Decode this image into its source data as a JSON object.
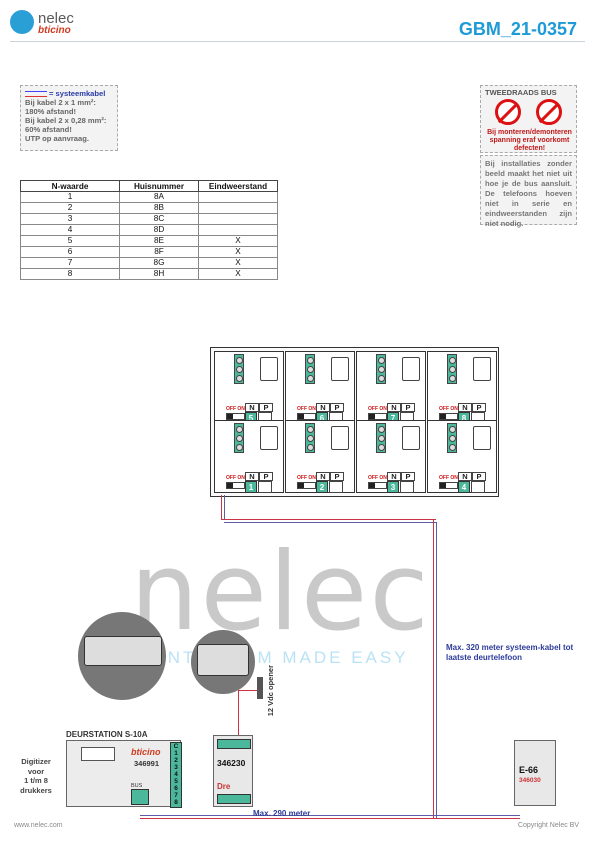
{
  "header": {
    "brand": "nelec",
    "sub_brand": "bticino",
    "doc_code": "GBM_21-0357"
  },
  "cable_note": {
    "legend": "= systeemkabel",
    "line1": "Bij kabel 2 x 1 mm²:",
    "line2": "180% afstand!",
    "line3": "Bij kabel 2 x 0,28 mm²:",
    "line4": "60% afstand!",
    "line5": "UTP op aanvraag."
  },
  "numbering_table": {
    "headers": [
      "N-waarde",
      "Huisnummer",
      "Eindweerstand"
    ],
    "rows": [
      [
        "1",
        "8A",
        ""
      ],
      [
        "2",
        "8B",
        ""
      ],
      [
        "3",
        "8C",
        ""
      ],
      [
        "4",
        "8D",
        ""
      ],
      [
        "5",
        "8E",
        "X"
      ],
      [
        "6",
        "8F",
        "X"
      ],
      [
        "7",
        "8G",
        "X"
      ],
      [
        "8",
        "8H",
        "X"
      ]
    ]
  },
  "warning": {
    "title": "TWEEDRAADS BUS",
    "text": "Bij monteren/demonteren spanning eraf voorkomt defecten!"
  },
  "install_note": "Bij installaties zonder beeld maakt het niet uit hoe je de bus aansluit. De telefoons hoeven niet in serie en eindweerstanden zijn niet nodig.",
  "telephones": {
    "top_row": [
      "5",
      "6",
      "7",
      "8"
    ],
    "bottom_row": [
      "1",
      "2",
      "3",
      "4"
    ],
    "col_n": "N",
    "col_p": "P",
    "switch_label": "OFF ON"
  },
  "watermark": {
    "big": "nelec",
    "tag": "INTERCOM MADE EASY"
  },
  "door_station": {
    "label": "DEURSTATION S-10A",
    "brand": "bticino",
    "model": "346991",
    "terminals": [
      "C",
      "1",
      "2",
      "3",
      "4",
      "5",
      "6",
      "7",
      "8"
    ],
    "bus_label": "BUS"
  },
  "digitizer_note": {
    "line1": "Digitizer",
    "line2": "voor",
    "line3": "1 t/m 8",
    "line4": "drukkers"
  },
  "power_supply": {
    "model": "346230",
    "label": "Dre"
  },
  "lock": {
    "label": "12 Vdc opener"
  },
  "e66": {
    "name": "E-66",
    "model": "346030"
  },
  "distance_notes": {
    "max_system": "Max. 320 meter systeem-kabel tot laatste deurtelefoon",
    "max_290": "Max. 290 meter"
  },
  "footer": {
    "left": "www.nelec.com",
    "right": "Copyright Nelec BV"
  }
}
